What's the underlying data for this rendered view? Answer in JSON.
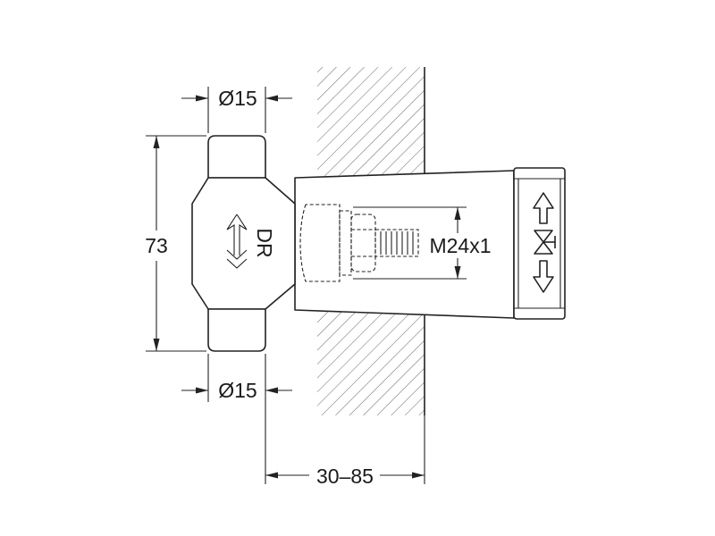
{
  "drawing": {
    "colors": {
      "line": "#222222",
      "hatch": "#555555",
      "background": "#ffffff"
    }
  },
  "dimensions": {
    "top_diameter": "Ø15",
    "bottom_diameter": "Ø15",
    "overall_height": "73",
    "thread": "M24x1",
    "wall_depth": "30–85"
  },
  "valve_body": {
    "marking": "DR",
    "flow_icon": "flow-direction-arrow-icon"
  },
  "end_cap": {
    "icons": [
      "open-arrow-up-icon",
      "valve-symbol-icon",
      "close-arrow-down-icon"
    ]
  }
}
